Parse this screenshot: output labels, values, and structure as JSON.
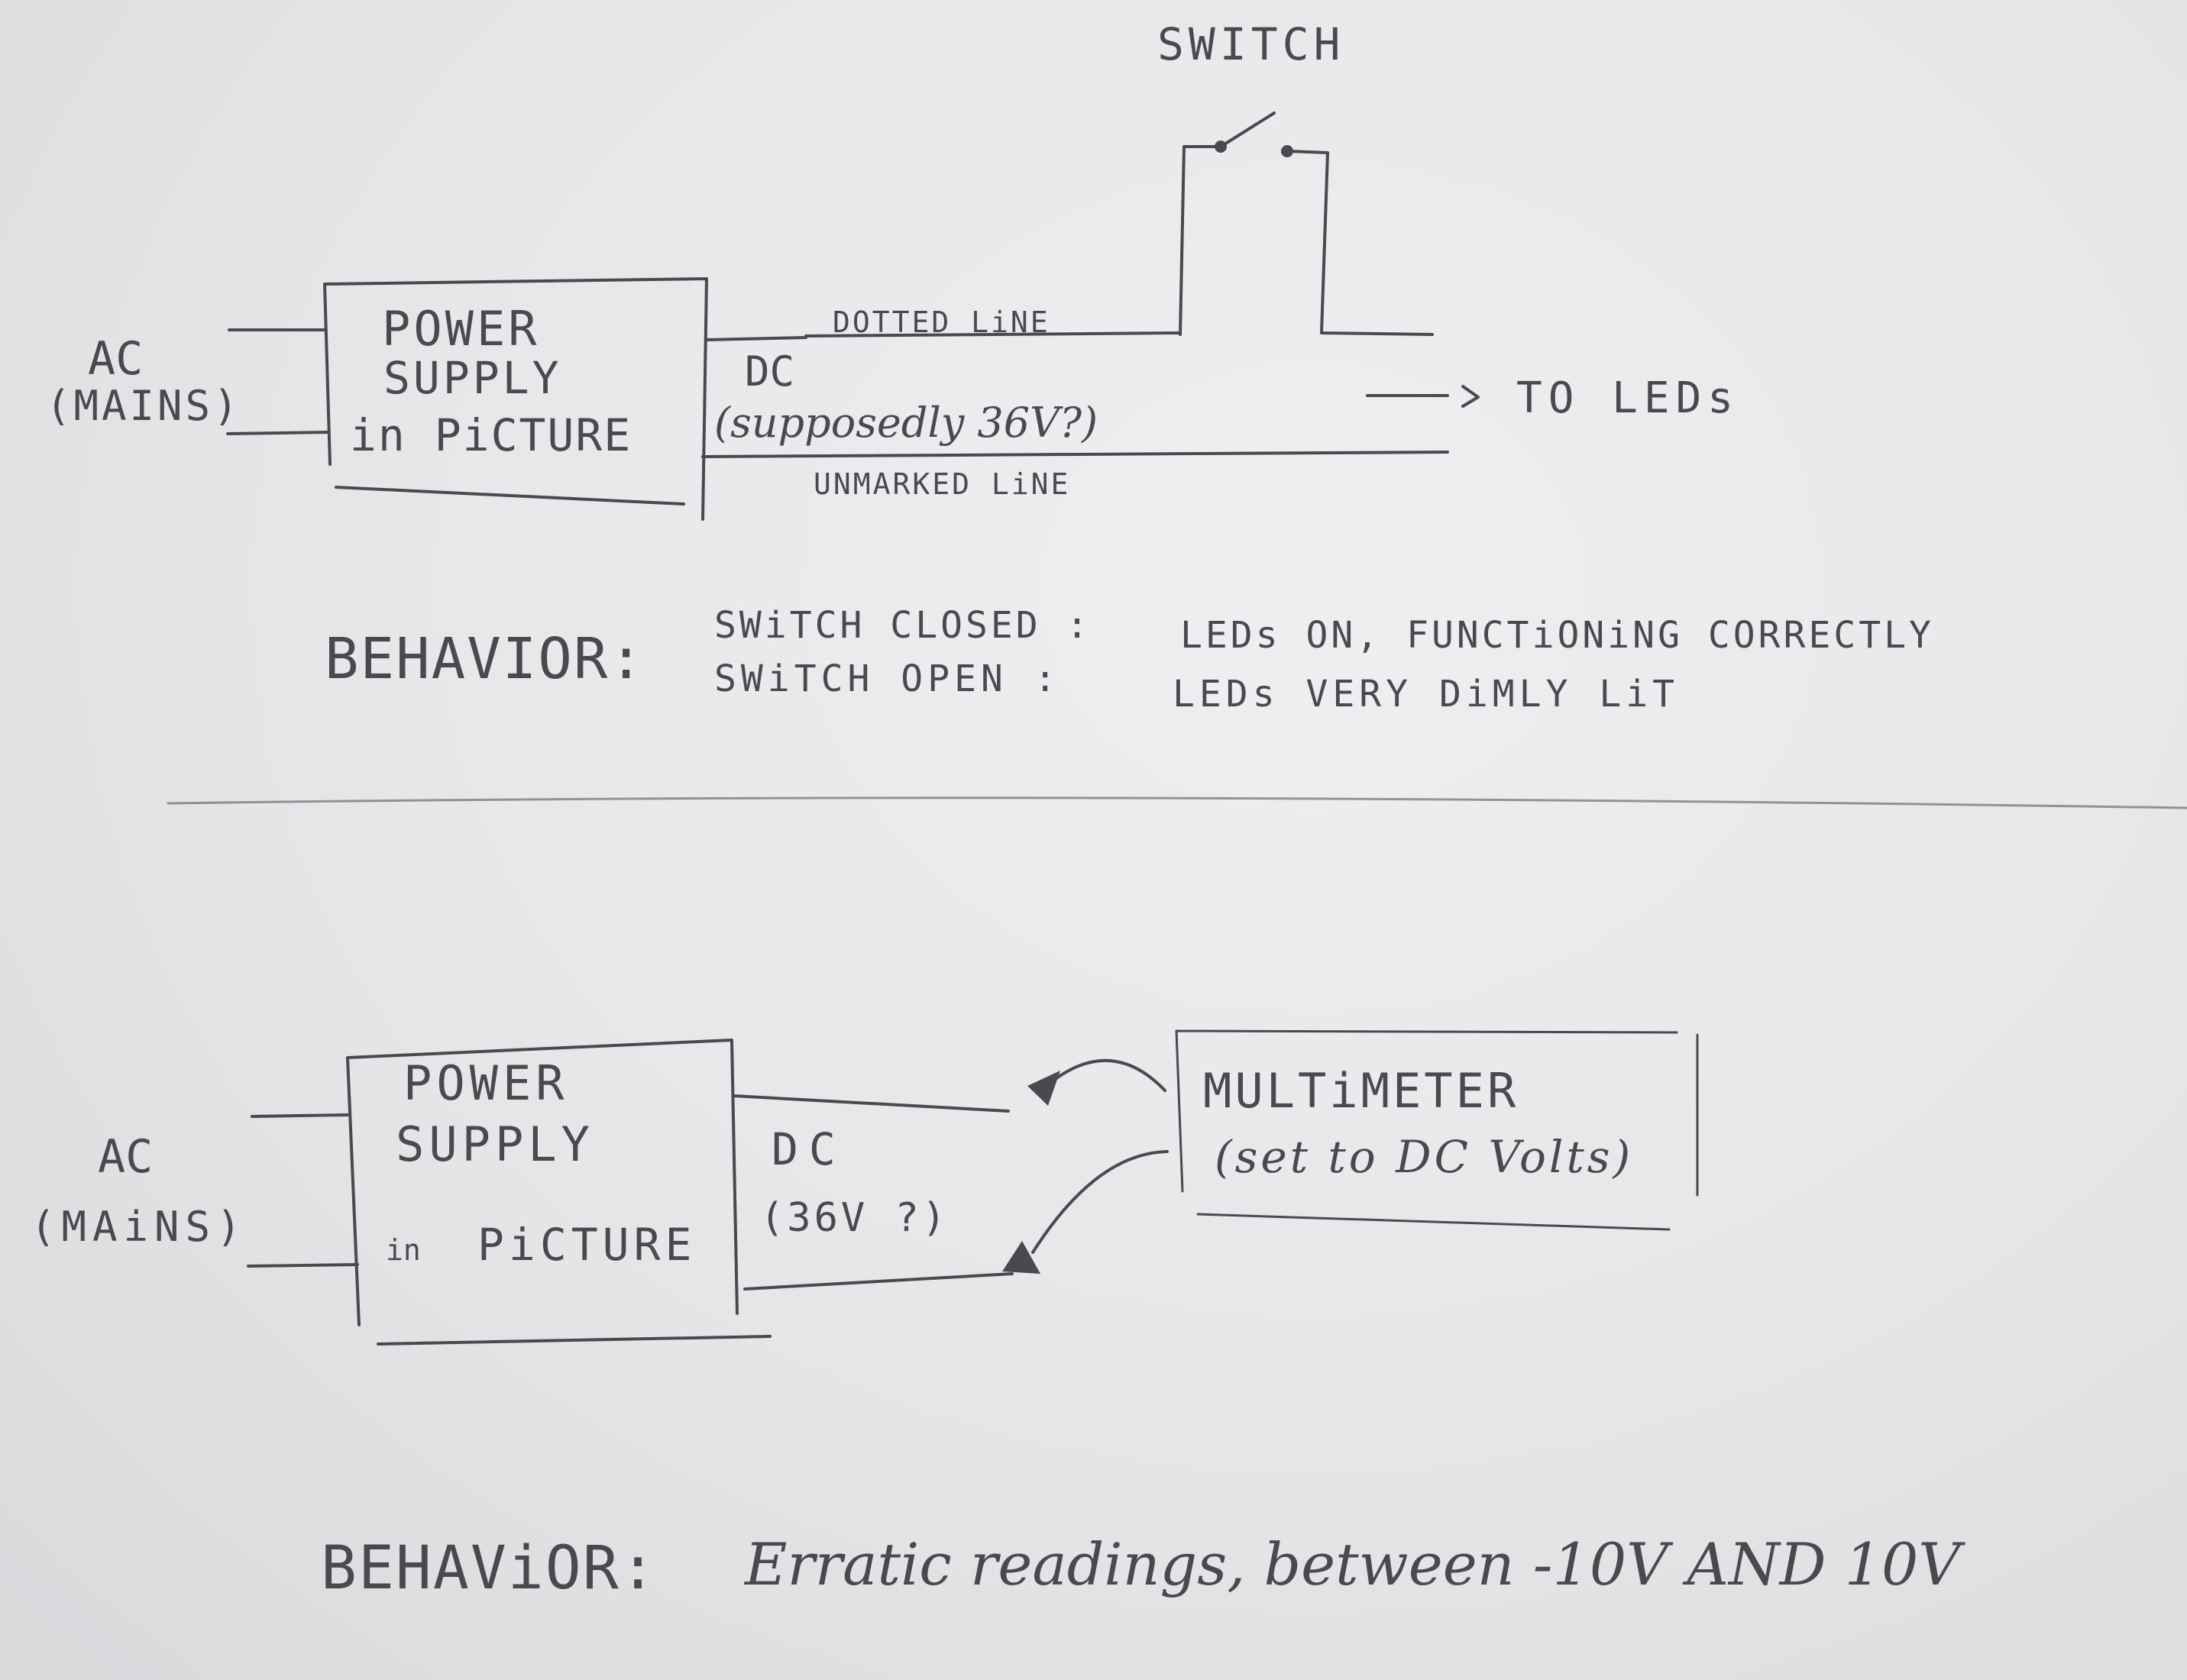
{
  "top": {
    "switch_label": "SWITCH",
    "ac_line1": "AC",
    "ac_line2": "(MAINS)",
    "psu_line1": "POWER",
    "psu_line2": "SUPPLY",
    "psu_line3": "in PiCTURE",
    "dotted_line": "DOTTED LiNE",
    "dc_line1": "DC",
    "dc_line2": "(supposedly 36V?)",
    "unmarked_line": "UNMARKED LiNE",
    "to_leds": "TO LEDs",
    "behavior_label": "BEHAVIOR:",
    "behavior_closed_label": "SWiTCH CLOSED :",
    "behavior_closed_value": "LEDs ON, FUNCTiONiNG CORRECTLY",
    "behavior_open_label": "SWiTCH OPEN :",
    "behavior_open_value": "LEDs VERY DiMLY LiT"
  },
  "bottom": {
    "ac_line1": "AC",
    "ac_line2": "(MAiNS)",
    "psu_line1": "POWER",
    "psu_line2": "SUPPLY",
    "psu_line3a": "in",
    "psu_line3b": "PiCTURE",
    "dc_line1": "DC",
    "dc_line2": "(36V ?)",
    "multimeter_line1": "MULTiMETER",
    "multimeter_line2": "(set to DC Volts)",
    "behavior_label": "BEHAViOR:",
    "behavior_value": "Erratic readings, between -10V AND 10V"
  },
  "colors": {
    "ink": "#4a4a4e",
    "paper": "#e7e7e9"
  }
}
